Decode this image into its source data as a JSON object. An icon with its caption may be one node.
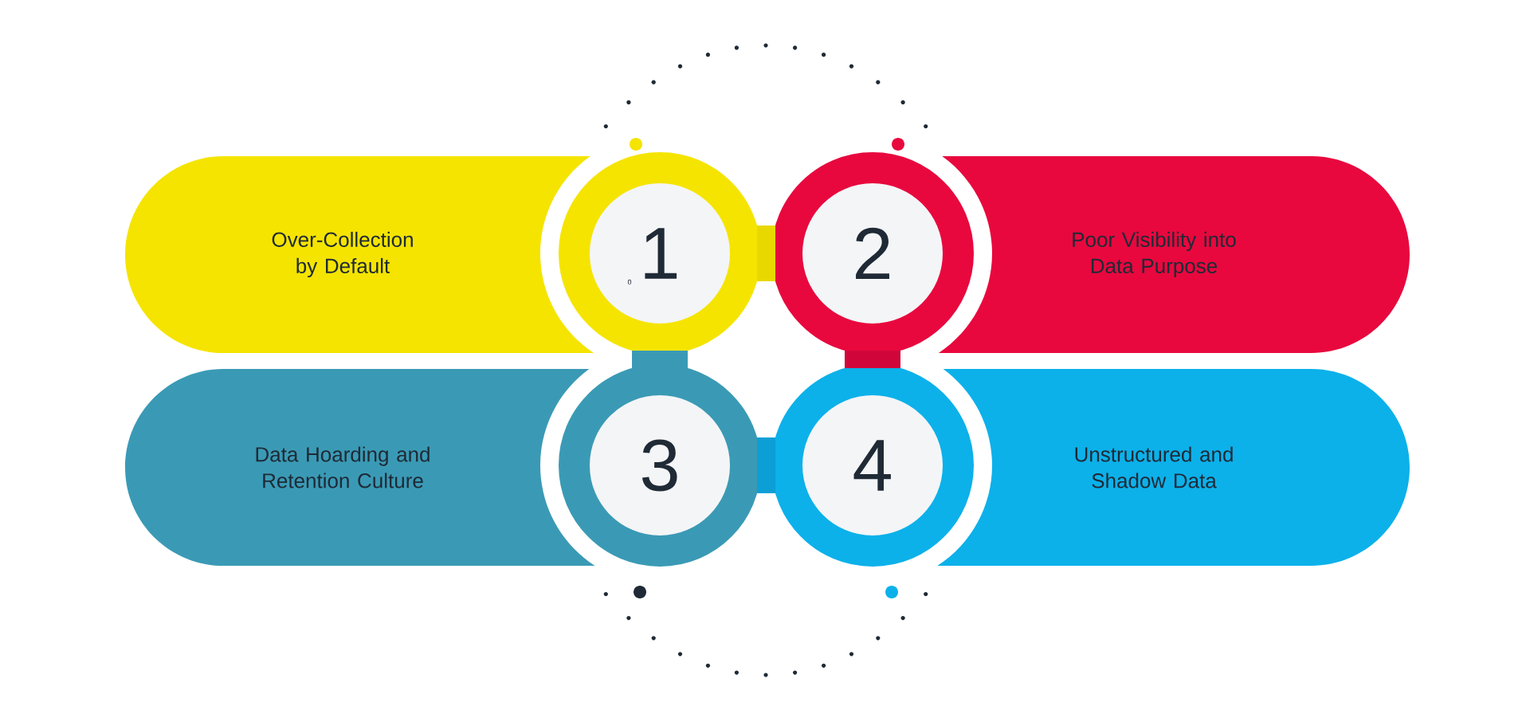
{
  "diagram": {
    "nodes": [
      {
        "text": [
          "Over-Collection by Default"
        ]
      },
      {
        "text": [
          "1"
        ]
      },
      {
        "text": [
          "2"
        ]
      },
      {
        "text": [
          "Poor Visibility into Data Purpose"
        ]
      },
      {
        "text": [
          "Data Hoarding and Retention Culture"
        ]
      },
      {
        "text": [
          "3"
        ]
      },
      {
        "text": [
          "4"
        ]
      },
      {
        "text": [
          "Unstructured and Shadow Data"
        ]
      }
    ],
    "edges": [
      {
        "from": 1,
        "to": 2,
        "arrow": "none",
        "color": "#e8d800"
      },
      {
        "from": 1,
        "to": 5,
        "arrow": "none",
        "color": "#3a9ab5"
      },
      {
        "from": 2,
        "to": 6,
        "arrow": "none",
        "color": "#d0063a"
      },
      {
        "from": 5,
        "to": 6,
        "arrow": "none",
        "color": "#0b9fd6"
      }
    ],
    "labels": [
      "0"
    ]
  }
}
